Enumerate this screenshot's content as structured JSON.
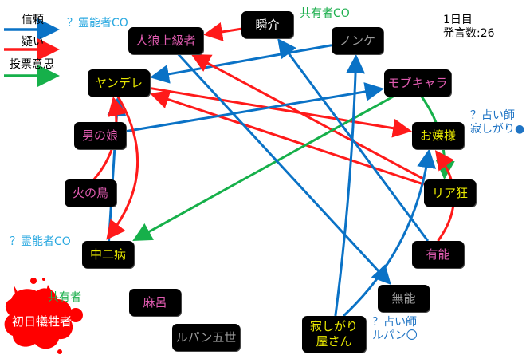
{
  "legend": {
    "items": [
      {
        "label": "信頼",
        "color": "#0a72c6",
        "meaning": "trust"
      },
      {
        "label": "疑い",
        "color": "#ff1a1a",
        "meaning": "doubt"
      },
      {
        "label": "投票意思",
        "color": "#16b04a",
        "meaning": "vote-intent"
      }
    ]
  },
  "info": {
    "day": "1日目",
    "post_count": "発言数:26"
  },
  "colors": {
    "trust": "#0a72c6",
    "doubt": "#ff1a1a",
    "vote": "#16b04a",
    "node_bg": "#000000",
    "pink_text": "#e05bb0",
    "yellow_text": "#e8e800",
    "gray_text": "#9a9a9a"
  },
  "nodes": [
    {
      "id": "jinro",
      "label": "人狼上級者",
      "color": "pink"
    },
    {
      "id": "shunsuke",
      "label": "瞬介",
      "color": "white"
    },
    {
      "id": "nonke",
      "label": "ノンケ",
      "color": "gray"
    },
    {
      "id": "yandere",
      "label": "ヤンデレ",
      "color": "yellow"
    },
    {
      "id": "mob",
      "label": "モブキャラ",
      "color": "pink"
    },
    {
      "id": "otoko",
      "label": "男の娘",
      "color": "pink"
    },
    {
      "id": "ojou",
      "label": "お嬢様",
      "color": "yellow"
    },
    {
      "id": "hinotori",
      "label": "火の鳥",
      "color": "pink"
    },
    {
      "id": "riakyo",
      "label": "リア狂",
      "color": "yellow"
    },
    {
      "id": "chuni",
      "label": "中二病",
      "color": "yellow"
    },
    {
      "id": "yuno",
      "label": "有能",
      "color": "pink"
    },
    {
      "id": "muno",
      "label": "無能",
      "color": "gray"
    },
    {
      "id": "maro",
      "label": "麻呂",
      "color": "pink"
    },
    {
      "id": "lupin",
      "label": "ルパン五世",
      "color": "gray"
    },
    {
      "id": "sabishi",
      "label": "寂しがり\n屋さん",
      "color": "yellow"
    },
    {
      "id": "shoniti",
      "label": "初日犠牲者",
      "color": "white"
    }
  ],
  "annotations": [
    {
      "id": "reino1",
      "text": "？霊能者CO",
      "style": "lightblue"
    },
    {
      "id": "kyoyu1",
      "text": "共有者CO",
      "style": "green"
    },
    {
      "id": "uranai1",
      "text": "？占い師\n寂しがり●",
      "style": "blue"
    },
    {
      "id": "reino2",
      "text": "？霊能者CO",
      "style": "lightblue"
    },
    {
      "id": "kyoyu2",
      "text": "共有者",
      "style": "green"
    },
    {
      "id": "uranai2",
      "text": "？占い師\nルパン〇",
      "style": "blue"
    }
  ],
  "edges": [
    {
      "from": "shunsuke",
      "to": "jinro",
      "type": "doubt"
    },
    {
      "from": "nonke",
      "to": "yandere",
      "type": "trust"
    },
    {
      "from": "yandere",
      "to": "ojou",
      "type": "doubt"
    },
    {
      "from": "riakyo",
      "to": "yandere",
      "type": "doubt"
    },
    {
      "from": "riakyo",
      "to": "jinro",
      "type": "doubt"
    },
    {
      "from": "otoko",
      "to": "mob",
      "type": "trust"
    },
    {
      "from": "chuni",
      "to": "yandere",
      "type": "trust"
    },
    {
      "from": "hinotori",
      "to": "yandere",
      "type": "doubt"
    },
    {
      "from": "yandere",
      "to": "chuni",
      "type": "doubt"
    },
    {
      "from": "mob",
      "to": "chuni",
      "type": "vote"
    },
    {
      "from": "mob",
      "to": "riakyo",
      "type": "vote"
    },
    {
      "from": "yuno",
      "to": "ojou",
      "type": "doubt"
    },
    {
      "from": "yuno",
      "to": "shunsuke",
      "type": "trust"
    },
    {
      "from": "jinro",
      "to": "muno",
      "type": "trust"
    },
    {
      "from": "sabishi",
      "to": "nonke",
      "type": "trust"
    },
    {
      "from": "sabishi",
      "to": "ojou",
      "type": "trust"
    }
  ]
}
